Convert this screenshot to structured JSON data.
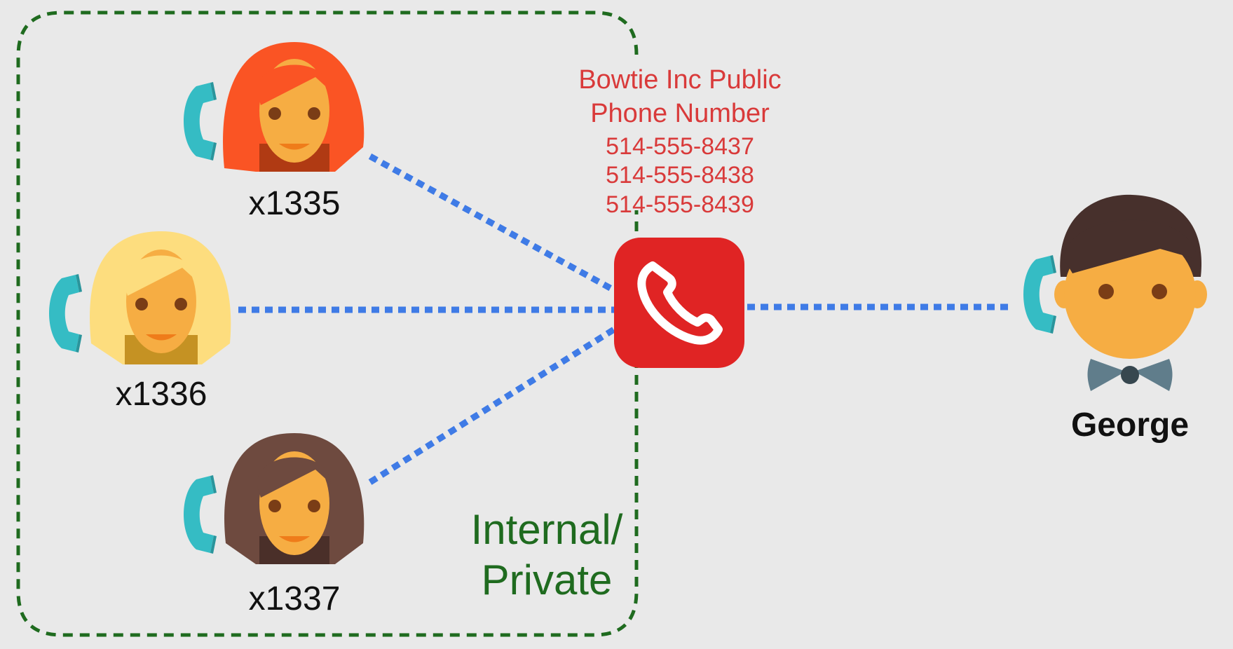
{
  "colors": {
    "background": "#e9e9e9",
    "boundary": "#1f6b1f",
    "connection": "#3f7be6",
    "hub": "#e02424",
    "public_text": "#d93a3a",
    "handset": "#35bcc4",
    "skin": "#f6ad43"
  },
  "boundary": {
    "label_line1": "Internal/",
    "label_line2": "Private"
  },
  "public_number": {
    "title_line1": "Bowtie Inc Public",
    "title_line2": "Phone Number",
    "numbers": [
      "514-555-8437",
      "514-555-8438",
      "514-555-8439"
    ]
  },
  "hub": {
    "icon": "phone-icon"
  },
  "employees": [
    {
      "extension": "x1335",
      "hair_color": "#fa5424",
      "icon": "woman-avatar-icon"
    },
    {
      "extension": "x1336",
      "hair_color": "#fddd7e",
      "icon": "woman-avatar-icon"
    },
    {
      "extension": "x1337",
      "hair_color": "#6e4a3f",
      "icon": "woman-avatar-icon"
    }
  ],
  "caller": {
    "name": "George",
    "hair_color": "#47302c",
    "bowtie_color": "#607d8b",
    "icon": "man-avatar-icon"
  }
}
